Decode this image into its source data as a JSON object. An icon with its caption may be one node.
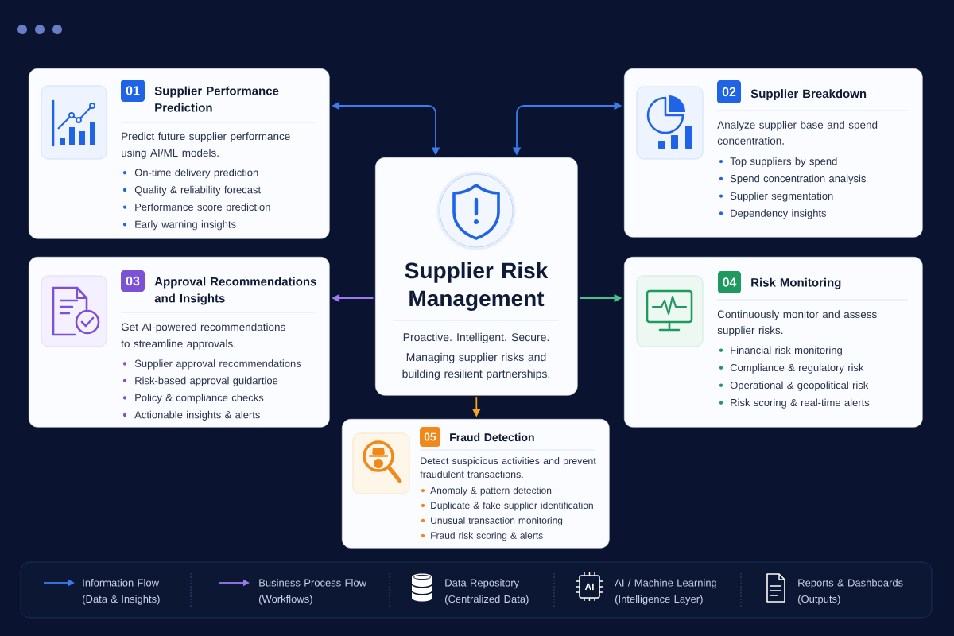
{
  "diagram": {
    "nodes": [
      {
        "text": [
          "01",
          "Supplier Performance Prediction",
          "Predict future supplier performance using AI/ML models.",
          "On-time delivery prediction",
          "Quality & reliability forecast",
          "Performance score prediction",
          "Early warning insights"
        ]
      },
      {
        "text": [
          "02",
          "Supplier Breakdown",
          "Analyze supplier base and spend concentration.",
          "Top suppliers by spend",
          "Spend concentration analysis",
          "Supplier segmentation",
          "Dependency insights"
        ]
      },
      {
        "text": [
          "03",
          "Approval Recommendations and Insights",
          "Get AI-powered recommendations to streamline approvals.",
          "Supplier approval recommendations",
          "Risk-based approval guidartioe",
          "Policy & compliance checks",
          "Actionable insights & alerts"
        ]
      },
      {
        "text": [
          "Supplier Risk Management",
          "Proactive. Intelligent. Secure.",
          "Managing supplier risks and building resilient partnerships."
        ]
      },
      {
        "text": [
          "04",
          "Risk Monitoring",
          "Continuously monitor and assess supplier risks.",
          "Financial risk monitoring",
          "Compliance & regulatory risk",
          "Operational & geopolitical risk",
          "Risk scoring & real-time alerts"
        ]
      },
      {
        "text": [
          "05",
          "Fraud Detection",
          "Detect suspicious activities and prevent fraudulent transactions.",
          "Anomaly & pattern detection",
          "Duplicate & fake supplier identification",
          "Unusual transaction monitoring",
          "Fraud risk scoring & alerts"
        ]
      }
    ],
    "edges": [
      {
        "from": 0,
        "to": 3,
        "arrow": "both"
      },
      {
        "from": 3,
        "to": 1,
        "arrow": "both"
      },
      {
        "from": 3,
        "to": 2,
        "arrow": "to",
        "color": "#9d7af0"
      },
      {
        "from": 3,
        "to": 4,
        "arrow": "to",
        "color": "#4cc08c"
      },
      {
        "from": 3,
        "to": 5,
        "arrow": "to",
        "color": "#f5a524"
      }
    ],
    "labels": [
      "AI"
    ],
    "legend": [
      {
        "text": "Information Flow (Data & Insights)"
      },
      {
        "text": "Business Process Flow (Workflows)"
      },
      {
        "text": "Data Repository (Centralized Data)"
      },
      {
        "text": "AI / Machine Learning (Intelligence Layer)"
      },
      {
        "text": "Reports & Dashboards (Outputs)"
      }
    ]
  }
}
